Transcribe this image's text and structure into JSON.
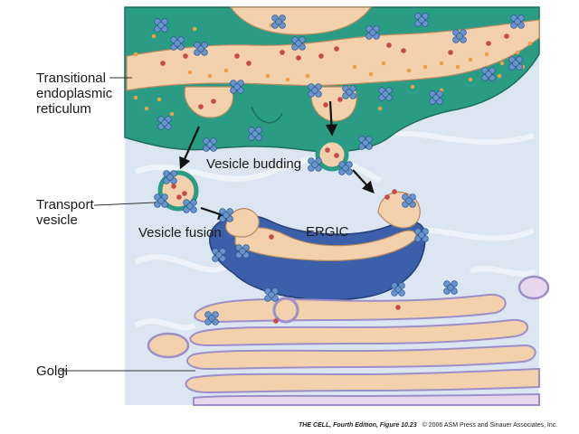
{
  "labels": {
    "transitional_er": [
      "Transitional",
      "endoplasmic",
      "reticulum"
    ],
    "transport_vesicle": [
      "Transport",
      "vesicle"
    ],
    "golgi": "Golgi",
    "vesicle_budding": "Vesicle budding",
    "vesicle_fusion": "Vesicle fusion",
    "ergic": "ERGIC"
  },
  "credit": {
    "book": "THE CELL, Fourth Edition, Figure 10.23",
    "rest": "© 2006 ASM Press and Sinauer Associates, Inc."
  },
  "colors": {
    "er_membrane": "#2a9c84",
    "lumen": "#f3d1ac",
    "cytosol": "#dbe6f2",
    "ergic_fill": "#3b5fa8",
    "golgi_rim": "#9c8fc8",
    "coat_protein": "#6a95cc",
    "cargo": "#c84848",
    "ribosome": "#e8a04c"
  }
}
